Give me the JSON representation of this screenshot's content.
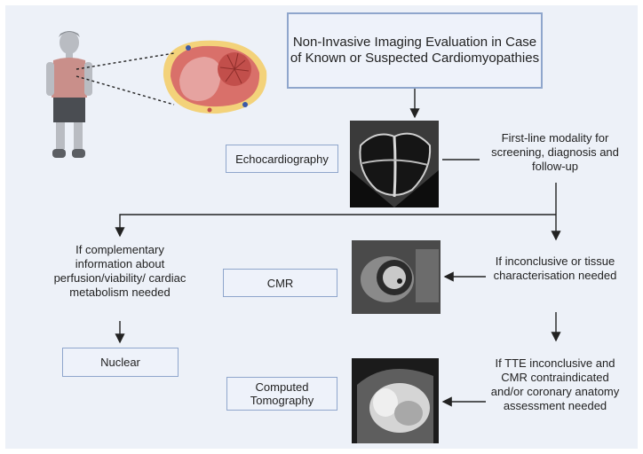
{
  "title": "Non-Invasive Imaging Evaluation in Case of Known or Suspected Cardiomyopathies",
  "boxes": {
    "echo": "Echocardiography",
    "cmr": "CMR",
    "nuclear": "Nuclear",
    "ct": "Computed Tomography"
  },
  "notes": {
    "first_line": "First-line modality for screening, diagnosis and follow-up",
    "inconclusive": "If inconclusive or tissue characterisation needed",
    "complementary": "If complementary information about perfusion/viability/ cardiac metabolism needed",
    "tte": "If TTE inconclusive and CMR contraindicated and/or coronary anatomy assessment needed"
  },
  "colors": {
    "panel": "#edf1f8",
    "box_border": "#8fa6cc",
    "arrow": "#222222",
    "myocardium": "#d9706a",
    "fat": "#f3d27a"
  },
  "icons": [
    "child-figure",
    "heart-cross-section",
    "echo-image",
    "cmr-image",
    "ct-image"
  ]
}
